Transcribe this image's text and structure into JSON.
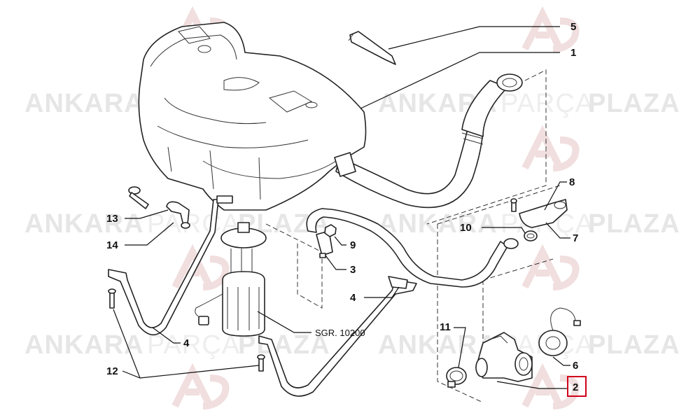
{
  "watermark": {
    "brand_a": "ANKARA",
    "brand_b": "PARÇA",
    "brand_c": "PLAZA"
  },
  "callouts": {
    "c1": "1",
    "c2": "2",
    "c3": "3",
    "c4_top": "4",
    "c4_bottom": "4",
    "c5": "5",
    "c6": "6",
    "c7": "7",
    "c8": "8",
    "c9": "9",
    "c10": "10",
    "c11": "11",
    "c12": "12",
    "c13": "13",
    "c14": "14"
  },
  "reference_label": "SGR. 10200",
  "highlight_color": "#d0021b"
}
